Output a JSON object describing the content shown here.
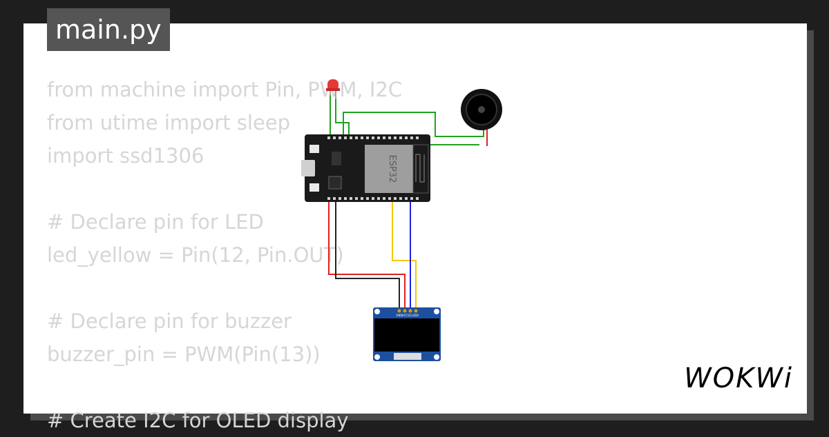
{
  "tab": {
    "filename": "main.py"
  },
  "code_lines": [
    "from machine import Pin, PWM, I2C",
    "from utime import sleep",
    "import ssd1306",
    "",
    "# Declare pin for LED",
    "led_yellow = Pin(12, Pin.OUT)",
    "",
    "# Declare pin for buzzer",
    "buzzer_pin = PWM(Pin(13))",
    "",
    "# Create I2C for OLED display"
  ],
  "esp32": {
    "chip_label": "ESP32"
  },
  "oled": {
    "pin_labels": [
      "GND",
      "VCC",
      "SCL",
      "SDA"
    ]
  },
  "brand": {
    "name": "WOKWi"
  },
  "colors": {
    "wire_green": "#1ea31e",
    "wire_red": "#e02020",
    "wire_black": "#222222",
    "wire_yellow": "#f7c600",
    "wire_blue": "#2020e0",
    "board": "#1a1a1a",
    "oled_pcb": "#1c4fa0"
  }
}
